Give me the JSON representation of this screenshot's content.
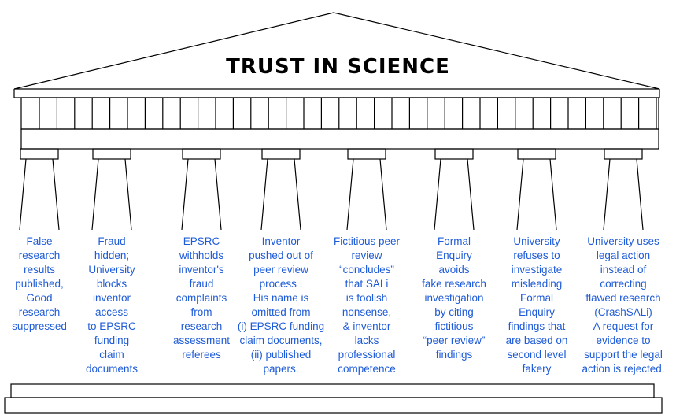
{
  "title": "TRUST IN SCIENCE",
  "colors": {
    "lines": "#000000",
    "text": "#1e5bd8"
  },
  "pillars": [
    {
      "lines": [
        "False",
        "research",
        "results",
        "published,",
        "Good",
        "research",
        "suppressed"
      ]
    },
    {
      "lines": [
        "Fraud",
        "hidden;",
        "University",
        "blocks",
        "inventor",
        "access",
        "to EPSRC",
        "funding",
        "claim",
        "documents"
      ]
    },
    {
      "lines": [
        "EPSRC",
        "withholds",
        "inventor's",
        "fraud",
        "complaints",
        "from",
        "research",
        "assessment",
        "referees"
      ]
    },
    {
      "lines": [
        "Inventor",
        "pushed out of",
        "peer review",
        "process .",
        "His name is",
        "omitted from",
        "(i) EPSRC funding",
        "claim documents,",
        "(ii) published",
        "papers."
      ]
    },
    {
      "lines": [
        "Fictitious peer",
        "review",
        "“concludes”",
        "that SALi",
        "is foolish",
        "nonsense,",
        "& inventor",
        "lacks",
        "professional",
        "competence"
      ]
    },
    {
      "lines": [
        "Formal",
        "Enquiry",
        "avoids",
        "fake research",
        "investigation",
        "by citing",
        "fictitious",
        "“peer review”",
        "findings"
      ]
    },
    {
      "lines": [
        "University",
        "refuses to",
        "investigate",
        "misleading",
        "Formal",
        "Enquiry",
        "findings that",
        "are based on",
        "second level",
        "fakery"
      ]
    },
    {
      "lines": [
        "University uses",
        "legal action",
        "instead of",
        "correcting",
        "flawed  research",
        "(CrashSALi)",
        "A request for",
        "evidence to",
        "support the legal",
        "action is rejected."
      ]
    }
  ]
}
